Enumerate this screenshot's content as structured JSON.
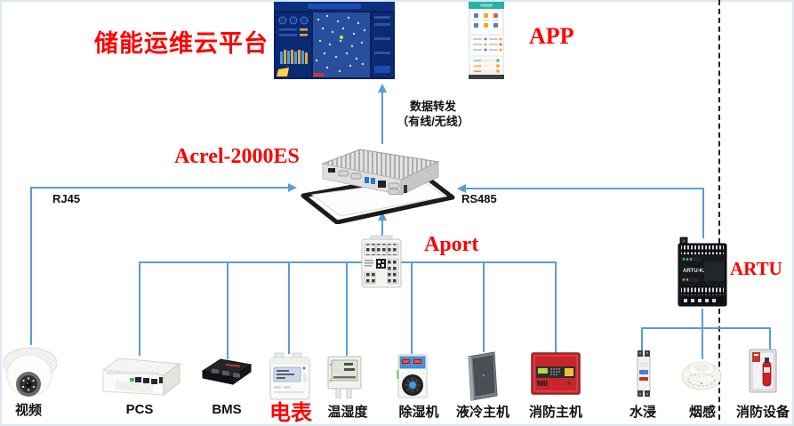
{
  "colors": {
    "connector_blue": "#5B9BD5",
    "accent_red": "#FF0000",
    "dashboard_navy": "#0a2060",
    "app_teal": "#27b3a2",
    "fire_panel_red": "#c8262b"
  },
  "header": {
    "platform_title": "储能运维云平台",
    "app_label": "APP"
  },
  "annotations": {
    "data_forward_line1": "数据转发",
    "data_forward_line2": "（有线/无线）",
    "rj45": "RJ45",
    "rs485": "RS485",
    "server_label": "Acrel-2000ES",
    "gateway_label": "Aport",
    "rtu_label": "ARTU",
    "rtu_model": "ARTU-KJ8"
  },
  "devices": [
    {
      "id": "video-camera",
      "label": "视频"
    },
    {
      "id": "pcs",
      "label": "PCS"
    },
    {
      "id": "bms",
      "label": "BMS"
    },
    {
      "id": "energy-meter",
      "label": "电表"
    },
    {
      "id": "temp-humidity",
      "label": "温湿度"
    },
    {
      "id": "dehumidifier",
      "label": "除湿机"
    },
    {
      "id": "liquid-cooling-host",
      "label": "液冷主机"
    },
    {
      "id": "fire-alarm-host",
      "label": "消防主机"
    },
    {
      "id": "water-leak-sensor",
      "label": "水浸"
    },
    {
      "id": "smoke-detector",
      "label": "烟感"
    },
    {
      "id": "fire-equipment",
      "label": "消防设备"
    }
  ]
}
